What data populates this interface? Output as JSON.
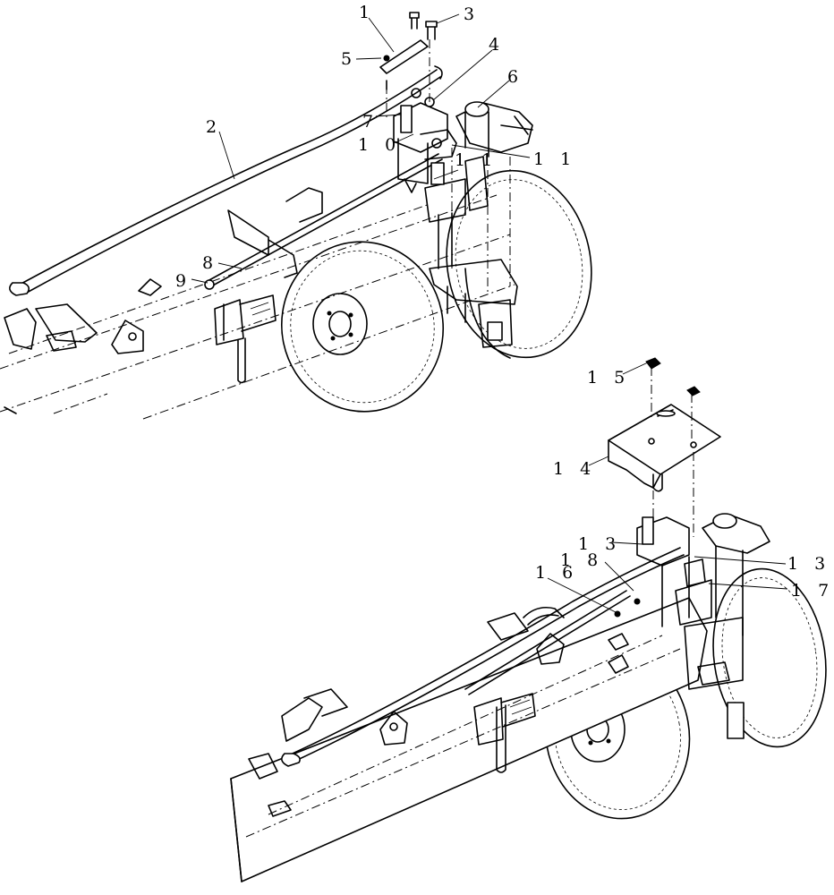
{
  "callouts": {
    "c1": "1",
    "c2": "2",
    "c3": "3",
    "c4": "4",
    "c5": "5",
    "c6": "6",
    "c7": "7",
    "c8": "8",
    "c9": "9",
    "c10": "1 0",
    "c11a": "1 1",
    "c11b": "1 1",
    "c13a": "1 3",
    "c13b": "1 3",
    "c14": "1 4",
    "c15": "1 5",
    "c16": "1 6",
    "c17": "1 7",
    "c18": "1 8"
  }
}
